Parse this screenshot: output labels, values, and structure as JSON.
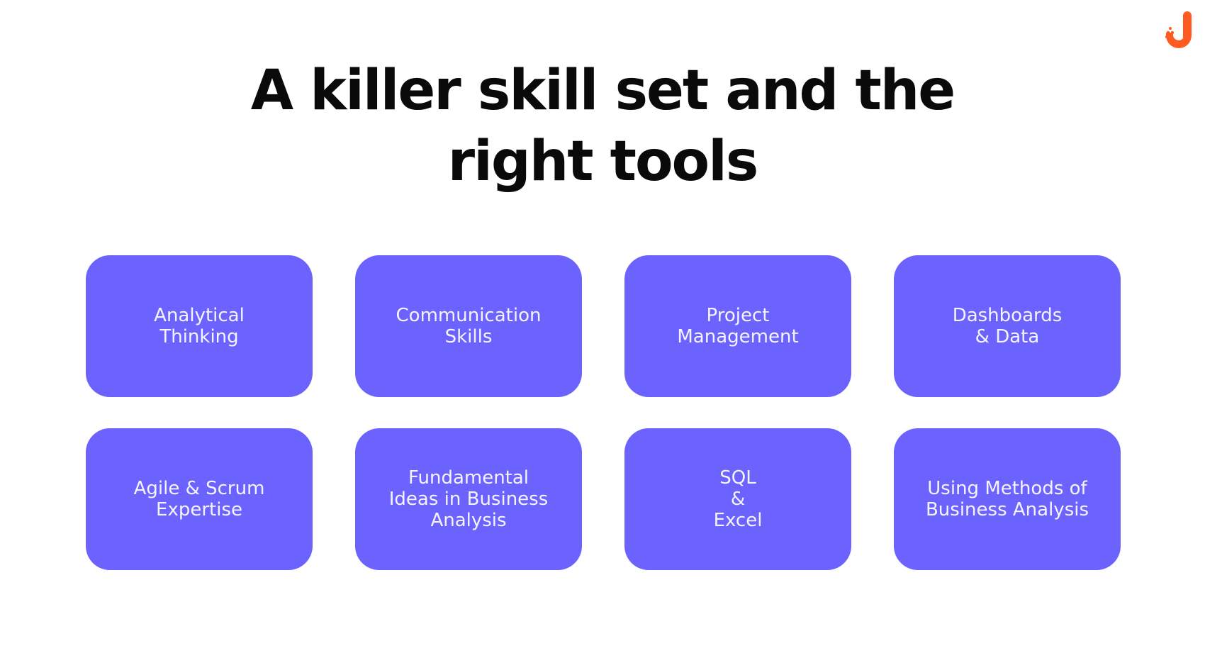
{
  "title": {
    "line1": "A killer skill set and the",
    "line2": "right tools"
  },
  "logo": {
    "icon": "j-logo-icon",
    "color": "#ff5a1f"
  },
  "accent_color": "#6c63ff",
  "cards": [
    {
      "label": "Analytical\nThinking"
    },
    {
      "label": "Communication\nSkills"
    },
    {
      "label": "Project\nManagement"
    },
    {
      "label": "Dashboards\n& Data"
    },
    {
      "label": "Agile & Scrum\nExpertise"
    },
    {
      "label": "Fundamental\nIdeas in Business\nAnalysis"
    },
    {
      "label": "SQL\n&\nExcel"
    },
    {
      "label": "Using Methods of\nBusiness Analysis"
    }
  ]
}
